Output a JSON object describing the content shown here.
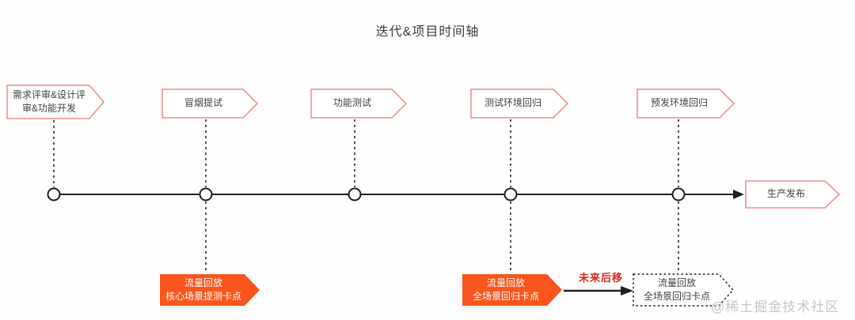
{
  "title": "迭代&项目时间轴",
  "colors": {
    "pennant_border": "#ef8a8a",
    "pennant_fill": "#ffffff",
    "orange_fill": "#fa551c",
    "timeline_black": "#1f1f1f",
    "text_dark": "#3f3f3f",
    "red_accent": "#d9261f",
    "watermark_gray": "#c6c6c6"
  },
  "milestones": [
    {
      "label": "需求评审&设计评审&功能开发"
    },
    {
      "label": "冒烟提试"
    },
    {
      "label": "功能测试"
    },
    {
      "label": "测试环境回归"
    },
    {
      "label": "预发环境回归"
    }
  ],
  "end_node": {
    "label": "生产发布"
  },
  "gates": [
    {
      "line1": "流量回放",
      "line2": "核心场景提测卡点"
    },
    {
      "line1": "流量回放",
      "line2": "全场景回归卡点"
    }
  ],
  "future_gate": {
    "line1": "流量回放",
    "line2": "全场景回归卡点"
  },
  "future_shift_label": "未来后移",
  "watermark": "@稀土掘金技术社区"
}
